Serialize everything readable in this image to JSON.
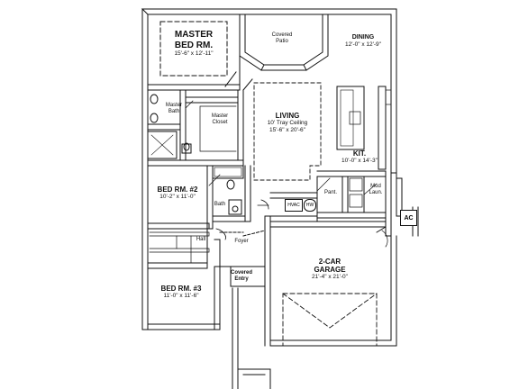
{
  "rooms": {
    "master": {
      "name_line1": "MASTER",
      "name_line2": "BED RM.",
      "dims": "15'-6\" x 12'-11\""
    },
    "covered_patio": {
      "line1": "Covered",
      "line2": "Patio"
    },
    "dining": {
      "name": "DINING",
      "dims": "12'-0\" x 12'-9\""
    },
    "master_bath": {
      "line1": "Master",
      "line2": "Bath"
    },
    "master_closet": {
      "line1": "Master",
      "line2": "Closet"
    },
    "living": {
      "name": "LIVING",
      "ceiling": "10' Tray Ceiling",
      "dims": "15'-6\" x 20'-6\""
    },
    "kitchen": {
      "name": "KIT.",
      "dims": "10'-0\" x 14'-3\""
    },
    "pantry": {
      "name": "Pant."
    },
    "mud_laundry": {
      "line1": "Mud",
      "line2": "Laun."
    },
    "bed2": {
      "name": "BED RM. #2",
      "dims": "10'-2\" x 11'-0\""
    },
    "bath": {
      "name": "Bath"
    },
    "hall": {
      "name": "Hall"
    },
    "foyer": {
      "name": "Foyer"
    },
    "covered_entry": {
      "line1": "Covered",
      "line2": "Entry"
    },
    "bed3": {
      "name": "BED RM. #3",
      "dims": "11'-0\" x 11'-6\""
    },
    "garage": {
      "name_line1": "2-CAR",
      "name_line2": "GARAGE",
      "dims": "21'-4\" x 21'-0\""
    }
  },
  "equipment": {
    "ac": "AC",
    "hvac": "HVAC",
    "hw": "HW"
  }
}
